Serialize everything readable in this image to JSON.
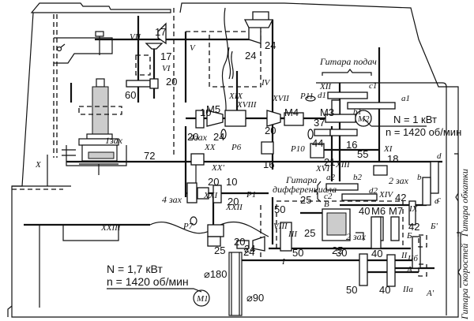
{
  "diagram": {
    "title": "Kinematic scheme of gear hobbing machine",
    "groups": {
      "feed_guitar": "Гитара подач",
      "differential_guitar_line1": "Гитара",
      "differential_guitar_line2": "дифференциала",
      "rolling_guitar": "Гитара обкатки",
      "speed_guitar": "Гитара скоростей"
    },
    "motors": {
      "main": {
        "name": "M1",
        "power": "N = 1,7 кВт",
        "speed": "n = 1420 об/мин"
      },
      "feed": {
        "name": "M2",
        "power": "N = 1 кВт",
        "speed": "n = 1420 об/мин"
      }
    },
    "pulleys": {
      "driven": "⌀180",
      "drive": "⌀90"
    },
    "shafts": [
      "I",
      "II",
      "IIa",
      "IIб",
      "III",
      "IV",
      "V",
      "VI",
      "VII",
      "VIII",
      "IX",
      "X",
      "XI",
      "XII",
      "XIII",
      "XIV",
      "XVI",
      "XVII",
      "XVIII",
      "XIX",
      "XX",
      "XX'",
      "XXI",
      "XXII",
      "XXIII"
    ],
    "clutches": [
      "M3",
      "M4",
      "M5",
      "M6",
      "M7"
    ],
    "handles": [
      "P1",
      "P6",
      "P7",
      "P10",
      "P11"
    ],
    "gear_letters": {
      "feed": [
        "a1",
        "b1",
        "c1",
        "d1"
      ],
      "diff": [
        "a2",
        "b2",
        "c2",
        "d2"
      ],
      "rolling": [
        "a",
        "b",
        "c",
        "d"
      ],
      "speed": [
        "А",
        "Б",
        "А'",
        "Б'",
        "В"
      ]
    },
    "worm_labels": {
      "table_worm": "1зах",
      "worm_2": "2 зах",
      "worm_4": "4 зах",
      "worm_4b": "4зах",
      "worm_2b": "2 зах"
    },
    "gear_teeth": {
      "g17a": "17",
      "g17b": "17",
      "g20_vi": "20",
      "g60": "60",
      "g24_top": "24",
      "g24_top2": "24",
      "g10_a": "10",
      "g20_a": "20",
      "g24_m5": "24",
      "g20_b": "20",
      "g16": "16",
      "g37": "37",
      "g16b": "16",
      "g44": "44",
      "g55": "55",
      "g21": "21",
      "g18": "18",
      "g72": "72",
      "g20_c": "20",
      "g10_c": "10",
      "g20_d": "20",
      "g20_e": "20",
      "g25_e": "25",
      "g24_f": "24",
      "g24_g": "24",
      "g50_a": "50",
      "g50_b": "50",
      "g25_a": "25",
      "g25_b": "25",
      "g25_c": "25",
      "g40_a": "40",
      "g42_a": "42",
      "g42_b": "42",
      "g30": "30",
      "g40_b": "40",
      "g40_c": "40",
      "g50_c": "50"
    }
  }
}
